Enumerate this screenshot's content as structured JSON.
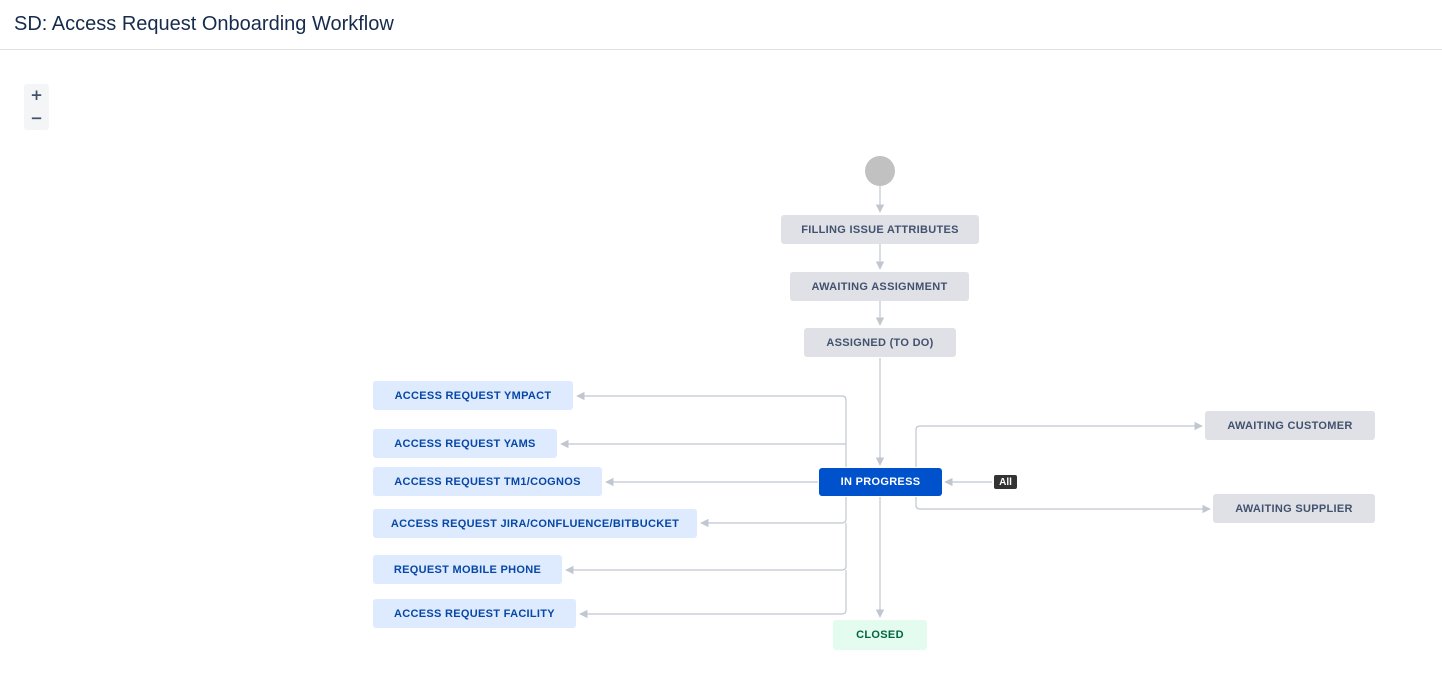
{
  "header": {
    "title": "SD: Access Request Onboarding Workflow"
  },
  "zoom": {
    "zoom_in_label": "+",
    "zoom_out_label": "−"
  },
  "colors": {
    "todo_bg": "#dfe1e6",
    "todo_text": "#42526e",
    "blue_bg": "#deebff",
    "blue_text": "#0747a6",
    "current_bg": "#0052cc",
    "done_bg": "#e3fcef",
    "done_text": "#006644",
    "edge": "#c1c7d0"
  },
  "workflow": {
    "all_badge": "All",
    "statuses": {
      "filling": "FILLING ISSUE ATTRIBUTES",
      "awaiting_assignment": "AWAITING ASSIGNMENT",
      "assigned": "ASSIGNED (TO DO)",
      "in_progress": "IN PROGRESS",
      "closed": "CLOSED",
      "awaiting_customer": "AWAITING CUSTOMER",
      "awaiting_supplier": "AWAITING SUPPLIER",
      "ymact": "ACCESS REQUEST YMPACT",
      "yams": "ACCESS REQUEST YAMS",
      "tm1": "ACCESS REQUEST TM1/COGNOS",
      "jira": "ACCESS REQUEST JIRA/CONFLUENCE/BITBUCKET",
      "mobile": "REQUEST MOBILE PHONE",
      "facility": "ACCESS REQUEST FACILITY"
    }
  }
}
